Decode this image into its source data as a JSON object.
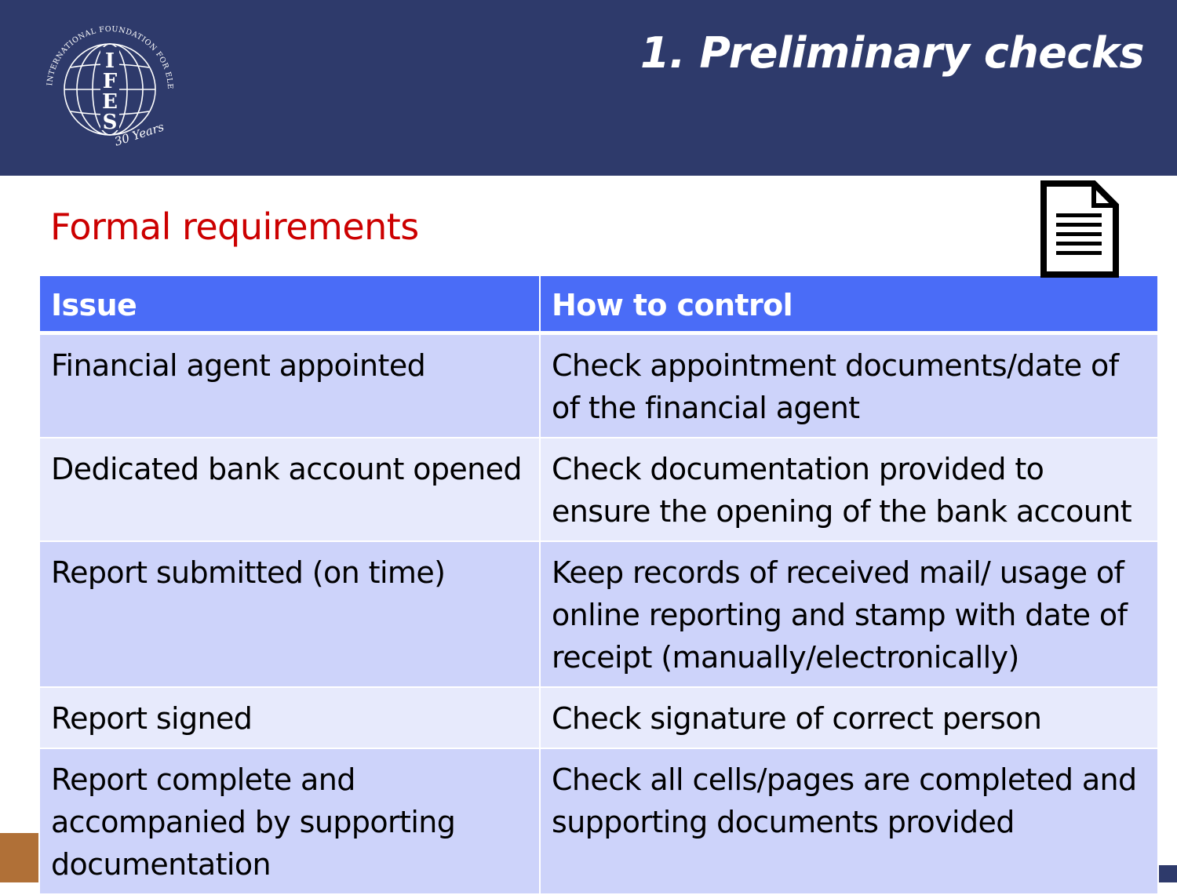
{
  "header": {
    "title": "1. Preliminary checks",
    "logo": {
      "arc_text": "INTERNATIONAL FOUNDATION FOR ELECTORAL SYSTEMS",
      "letters": [
        "I",
        "F",
        "E",
        "S"
      ],
      "anniversary": "30 Years",
      "color": "#ffffff"
    }
  },
  "section": {
    "heading": "Formal requirements",
    "heading_color": "#cc0000",
    "icon": "document-icon"
  },
  "table": {
    "headers": [
      "Issue",
      "How to control"
    ],
    "header_color": "#4a6cf7",
    "row_colors": [
      "#cdd3fa",
      "#e7eafc"
    ],
    "rows": [
      {
        "issue": "Financial agent appointed",
        "control": "Check appointment documents/date of of the financial agent"
      },
      {
        "issue": "Dedicated bank account opened",
        "control": "Check documentation provided to ensure the opening of the bank account"
      },
      {
        "issue": "Report submitted (on time)",
        "control": "Keep records of received mail/ usage of online reporting and stamp with date of receipt (manually/electronically)"
      },
      {
        "issue": "Report signed",
        "control": "Check signature of correct person"
      },
      {
        "issue": "Report complete and accompanied by supporting documentation",
        "control": "Check all cells/pages are completed and supporting documents provided"
      }
    ]
  },
  "theme": {
    "navy": "#2e3a6b",
    "orange": "#b07037"
  }
}
